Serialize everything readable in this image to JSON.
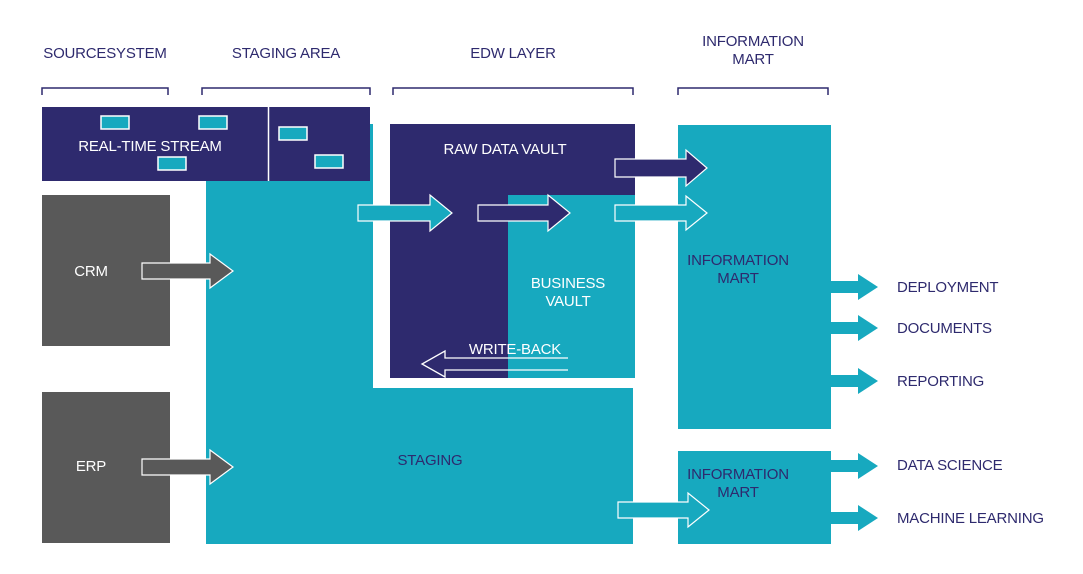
{
  "headers": {
    "source": "SOURCESYSTEM",
    "staging": "STAGING AREA",
    "edw": "EDW LAYER",
    "mart_line1": "INFORMATION",
    "mart_line2": "MART"
  },
  "sources": {
    "stream": "REAL-TIME STREAM",
    "crm": "CRM",
    "erp": "ERP"
  },
  "staging": {
    "label": "STAGING"
  },
  "edw": {
    "raw_vault": "RAW DATA VAULT",
    "business_vault_line1": "BUSINESS",
    "business_vault_line2": "VAULT",
    "write_back": "WRITE-BACK"
  },
  "marts": {
    "top_line1": "INFORMATION",
    "top_line2": "MART",
    "bottom_line1": "INFORMATION",
    "bottom_line2": "MART"
  },
  "outputs": [
    "DEPLOYMENT",
    "DOCUMENTS",
    "REPORTING",
    "DATA SCIENCE",
    "MACHINE LEARNING"
  ],
  "colors": {
    "navy": "#2e2a6e",
    "teal": "#17a9bf",
    "gray": "#595959",
    "white": "#ffffff"
  }
}
